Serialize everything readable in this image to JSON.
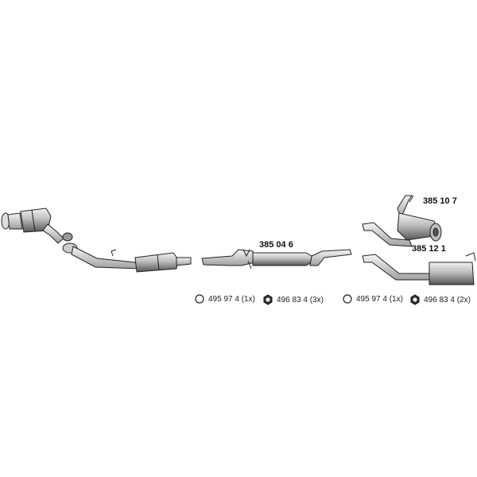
{
  "parts": {
    "center_muffler": "385 04 6",
    "rear_muffler_a": "385 10 7",
    "rear_muffler_b": "385 12 1"
  },
  "accessories": [
    {
      "code": "495 97 4 (1x)",
      "icon": "clamp-ring-icon"
    },
    {
      "code": "496 83 4 (3x)",
      "icon": "rubber-hanger-icon"
    },
    {
      "code": "495 97 4 (1x)",
      "icon": "clamp-ring-icon"
    },
    {
      "code": "496 83 4 (2x)",
      "icon": "rubber-hanger-icon"
    }
  ],
  "colors": {
    "stroke": "#222222",
    "fill_light": "#e6e6e6",
    "fill_mid": "#b8b8b8",
    "fill_dark": "#6e6e6e"
  }
}
